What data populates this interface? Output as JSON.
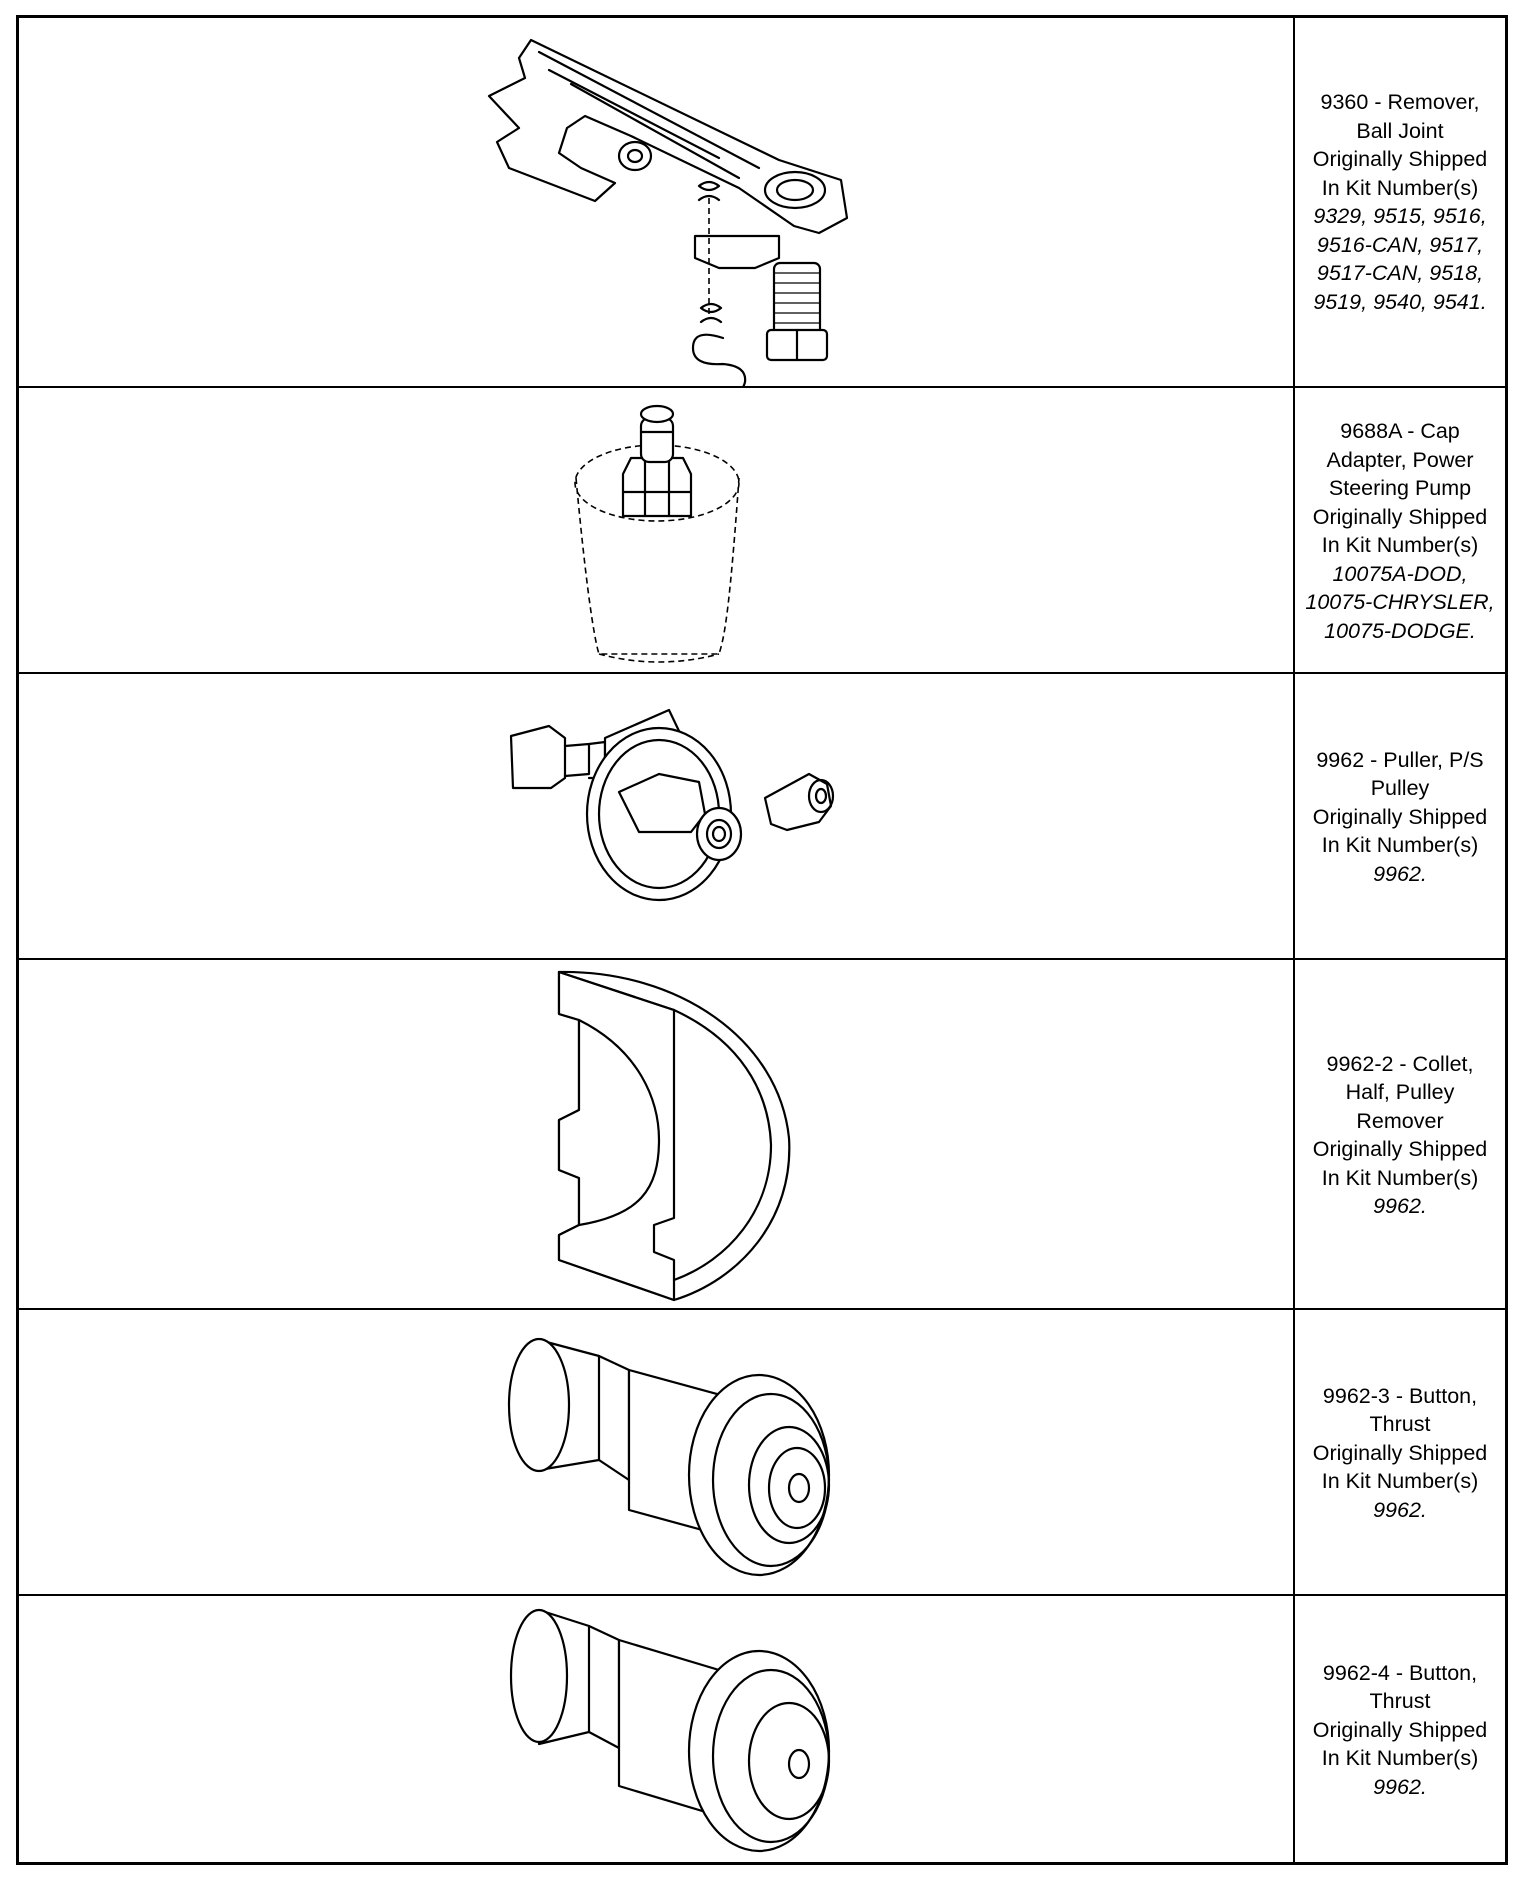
{
  "rows": [
    {
      "part": "9360 - Remover,",
      "part2": "Ball Joint",
      "shipped": "Originally Shipped",
      "kit_label": "In Kit Number(s)",
      "kits": [
        "9329, 9515, 9516,",
        "9516-CAN, 9517,",
        "9517-CAN, 9518,",
        "9519, 9540, 9541."
      ],
      "icon": "ball-joint-remover"
    },
    {
      "part": "9688A - Cap",
      "part2": "Adapter, Power",
      "part3": "Steering Pump",
      "shipped": "Originally Shipped",
      "kit_label": "In Kit Number(s)",
      "kits": [
        "10075A-DOD,",
        "10075-CHRYSLER,",
        "10075-DODGE."
      ],
      "icon": "cap-adapter"
    },
    {
      "part": "9962 - Puller, P/S",
      "part2": "Pulley",
      "shipped": "Originally Shipped",
      "kit_label": "In Kit Number(s)",
      "kits": [
        "9962."
      ],
      "icon": "pulley-puller"
    },
    {
      "part": "9962-2 - Collet,",
      "part2": "Half, Pulley",
      "part3": "Remover",
      "shipped": "Originally Shipped",
      "kit_label": "In Kit Number(s)",
      "kits": [
        "9962."
      ],
      "icon": "half-collet"
    },
    {
      "part": "9962-3 - Button,",
      "part2": "Thrust",
      "shipped": "Originally Shipped",
      "kit_label": "In Kit Number(s)",
      "kits": [
        "9962."
      ],
      "icon": "thrust-button"
    },
    {
      "part": "9962-4 - Button,",
      "part2": "Thrust",
      "shipped": "Originally Shipped",
      "kit_label": "In Kit Number(s)",
      "kits": [
        "9962."
      ],
      "icon": "thrust-button"
    }
  ]
}
